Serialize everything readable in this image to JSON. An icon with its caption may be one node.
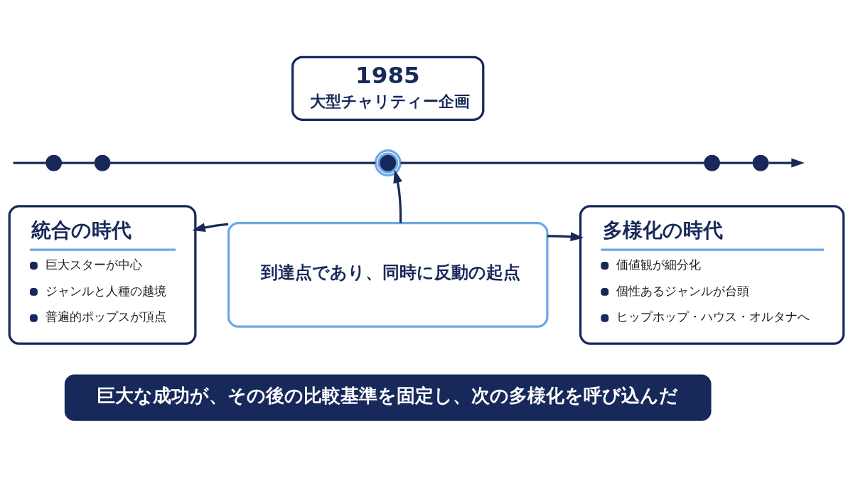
{
  "diagram": {
    "nodes": [
      {
        "text": [
          "1985",
          "大型チャリティー企画"
        ]
      },
      {
        "text": [],
        "shape": "circle"
      },
      {
        "text": [],
        "shape": "circle"
      },
      {
        "text": [],
        "shape": "circle"
      },
      {
        "text": [],
        "shape": "circle"
      },
      {
        "text": [],
        "shape": "circle"
      },
      {
        "text": [
          "統合の時代",
          "巨大スターが中心",
          "ジャンルと人種の越境",
          "普遍的ポップスが頂点"
        ]
      },
      {
        "text": [
          "到達点であり、同時に反動の起点"
        ]
      },
      {
        "text": [
          "多様化の時代",
          "価値観が細分化",
          "個性あるジャンルが台頭",
          "ヒップホップ・ハウス・オルタナへ"
        ]
      },
      {
        "text": [
          "巨大な成功が、その後の比較基準を固定し、次の多様化を呼び込んだ"
        ]
      }
    ],
    "edges": [
      {
        "from": null,
        "to": 1,
        "arrow": "none"
      },
      {
        "from": 1,
        "to": 2,
        "arrow": "none"
      },
      {
        "from": 2,
        "to": 3,
        "arrow": "none"
      },
      {
        "from": 3,
        "to": 4,
        "arrow": "none"
      },
      {
        "from": 4,
        "to": 5,
        "arrow": "none"
      },
      {
        "from": 5,
        "to": null,
        "arrow": "to"
      },
      {
        "from": 7,
        "to": 3,
        "arrow": "to"
      },
      {
        "from": 7,
        "to": 6,
        "arrow": "to"
      },
      {
        "from": 7,
        "to": 8,
        "arrow": "to"
      }
    ]
  }
}
